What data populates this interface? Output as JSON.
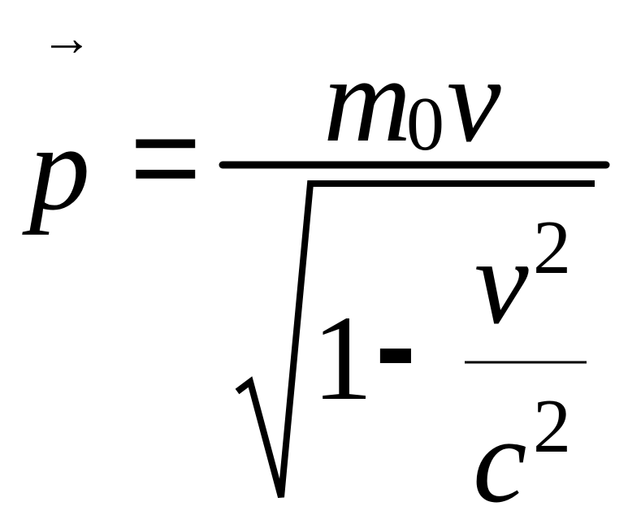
{
  "formula": {
    "lhs": {
      "vector_arrow": "→",
      "symbol": "p"
    },
    "equals": "=",
    "numerator": {
      "mass": "m",
      "mass_subscript": "0",
      "velocity": "v"
    },
    "denominator": {
      "one": "1",
      "minus": "-",
      "inner_numerator": {
        "base": "v",
        "exponent": "2"
      },
      "inner_denominator": {
        "base": "c",
        "exponent": "2"
      }
    }
  }
}
